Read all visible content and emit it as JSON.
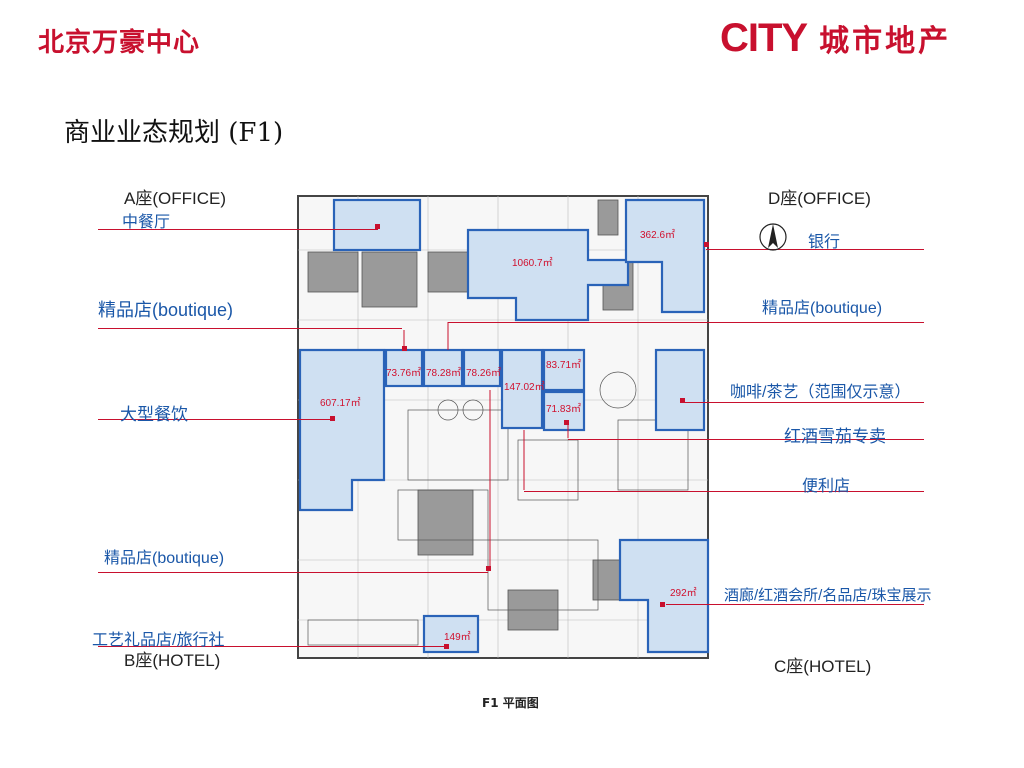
{
  "header": {
    "title": "北京万豪中心",
    "logo_en": "CITY",
    "logo_cn": "城市地产",
    "brand_color": "#c8102e"
  },
  "subtitle": "商业业态规划 (F1)",
  "caption": "F1 平面图",
  "building_labels": {
    "a": "A座(OFFICE)",
    "d": "D座(OFFICE)",
    "b": "B座(HOTEL)",
    "c": "C座(HOTEL)"
  },
  "left_labels": {
    "chinese_restaurant": "中餐厅",
    "boutique_top": "精品店(boutique)",
    "large_dining": "大型餐饮",
    "boutique_bottom": "精品店(boutique)",
    "crafts_travel": "工艺礼品店/旅行社"
  },
  "right_labels": {
    "bank": "银行",
    "boutique": "精品店(boutique)",
    "coffee_tea": "咖啡/茶艺（范围仅示意）",
    "wine_cigar": "红酒雪茄专卖",
    "convenience": "便利店",
    "bar_club": "酒廊/红酒会所/名品店/珠宝展示"
  },
  "areas": {
    "a362": "362.6㎡",
    "a1060": "1060.7㎡",
    "a73": "73.76㎡",
    "a78a": "78.28㎡",
    "a78b": "78.26㎡",
    "a83": "83.71㎡",
    "a147": "147.02㎡",
    "a71": "71.83㎡",
    "a607": "607.17㎡",
    "a292": "292㎡",
    "a149": "149㎡"
  },
  "colors": {
    "label_blue": "#1a57a8",
    "leader_red": "#c8102e",
    "zone_fill": "#cfe0f2",
    "zone_stroke": "#2a63b8"
  },
  "icons": {
    "north": "north-arrow-icon"
  }
}
